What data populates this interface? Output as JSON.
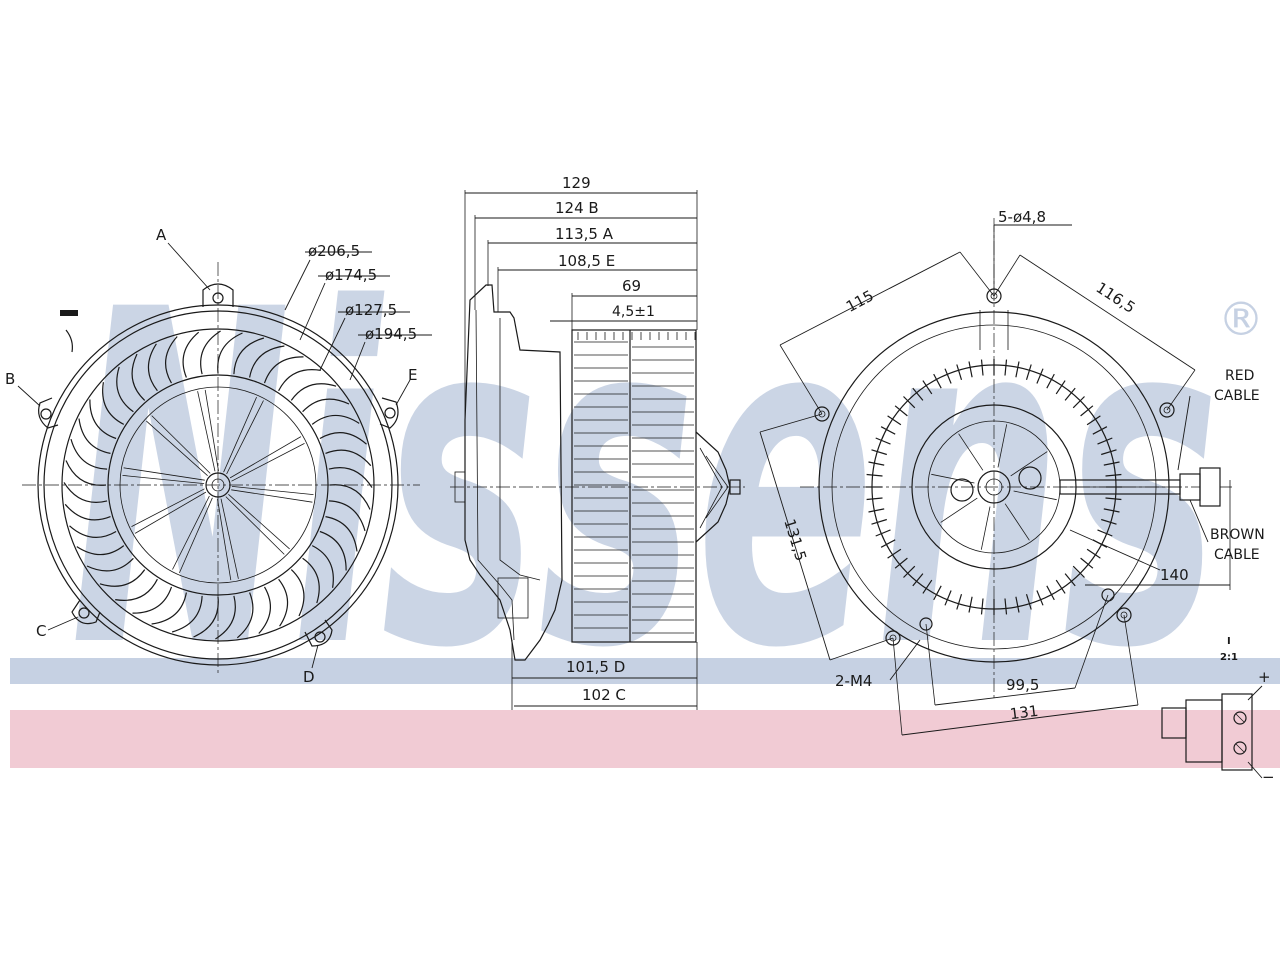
{
  "watermark": {
    "brand": "Nissens",
    "registered_mark": "®",
    "blue": "#c6d1e3",
    "pink": "#f1cbd4"
  },
  "front_view": {
    "labels": {
      "a": "A",
      "b": "B",
      "c": "C",
      "d": "D",
      "e": "E"
    },
    "diameters": {
      "d206": "ø206,5",
      "d174": "ø174,5",
      "d127": "ø127,5",
      "d194": "ø194,5"
    }
  },
  "side_view": {
    "dims": {
      "w129": "129",
      "w124": "124  B",
      "w113": "113,5  A",
      "w108": "108,5  E",
      "w69": "69",
      "w45": "4,5±1",
      "w1015": "101,5  D",
      "w102": "102  C"
    }
  },
  "rear_view": {
    "dims": {
      "holes": "5-ø4,8",
      "d115": "115",
      "d1165": "116,5",
      "d1315": "131,5",
      "d140": "140",
      "thread": "2-M4",
      "d995": "99,5",
      "d131": "131"
    },
    "cables": {
      "red_1": "RED",
      "red_2": "CABLE",
      "brown_1": "BROWN",
      "brown_2": "CABLE"
    }
  },
  "connector_detail": {
    "tag_1": "I",
    "tag_2": "2:1",
    "plus": "+",
    "minus": "−"
  }
}
